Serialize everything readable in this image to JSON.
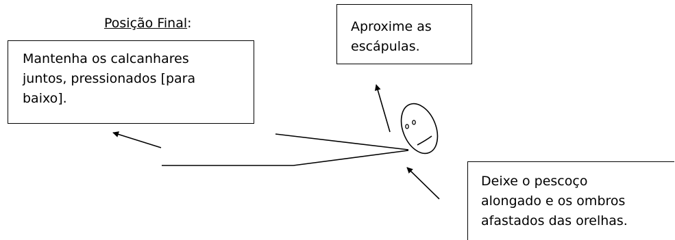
{
  "diagram": {
    "title": {
      "underlined": "Posição Final",
      "suffix": ":"
    },
    "notes": {
      "heels": {
        "lines": [
          "Mantenha os calcanhares",
          "juntos, pressionados [para",
          "baixo]."
        ]
      },
      "scapula": {
        "lines": [
          "Aproxime as",
          "escápulas."
        ]
      },
      "neck": {
        "lines": [
          "Deixe o pescoço",
          "alongado e os ombros",
          "afastados das orelhas."
        ]
      }
    }
  }
}
